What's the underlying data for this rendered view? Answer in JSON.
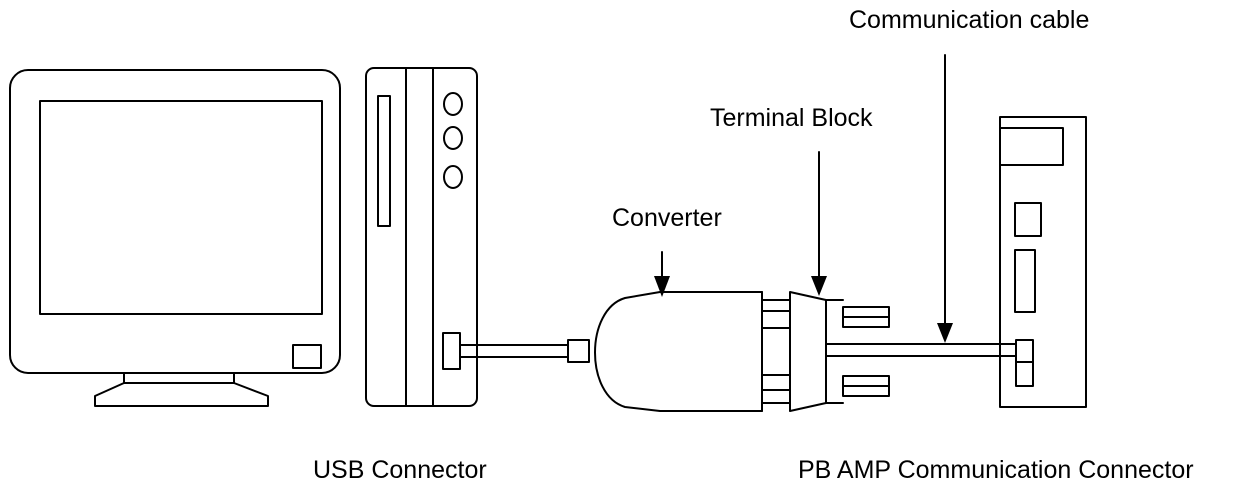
{
  "labels": {
    "communication_cable": "Communication cable",
    "terminal_block": "Terminal Block",
    "converter": "Converter",
    "usb_connector": "USB Connector",
    "pb_amp_connector": "PB AMP Communication Connector"
  },
  "colors": {
    "stroke": "#000000",
    "background": "#ffffff"
  }
}
